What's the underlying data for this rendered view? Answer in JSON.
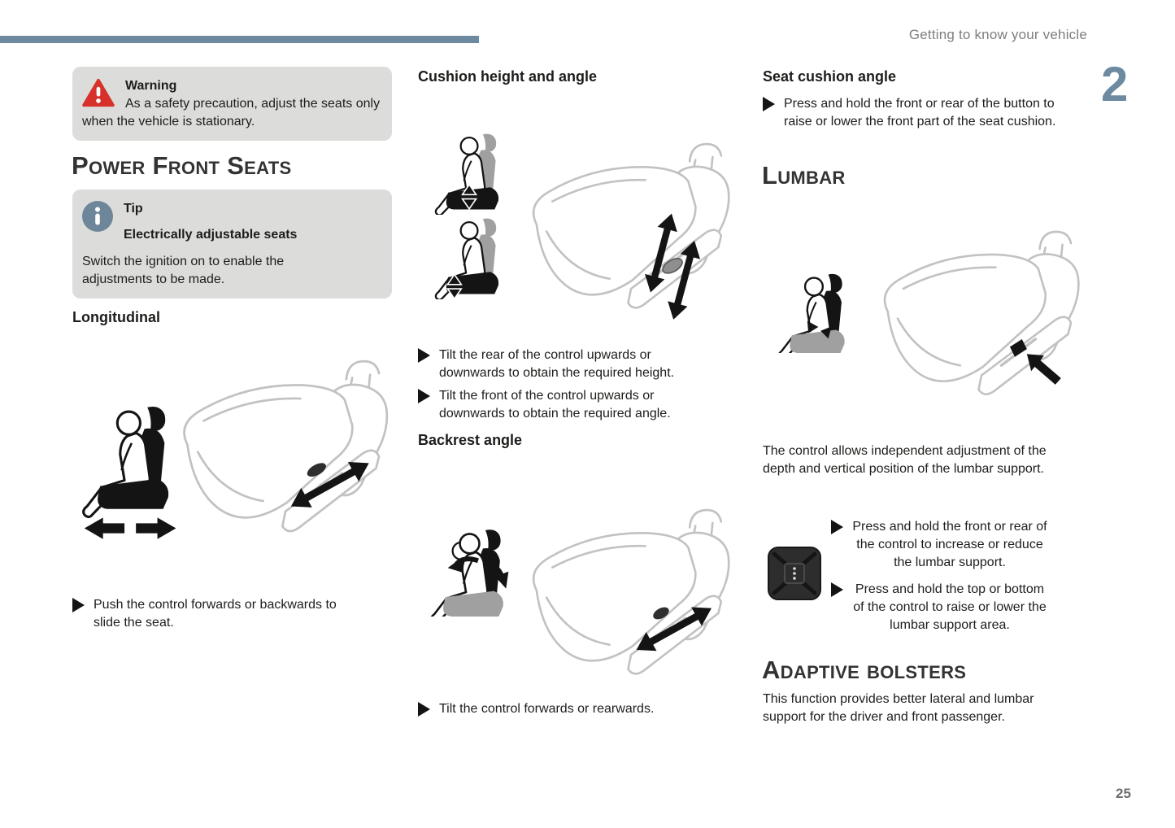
{
  "header": {
    "running_title": "Getting to know your vehicle",
    "chapter_number": "2"
  },
  "footer": {
    "page_number": "25"
  },
  "colors": {
    "accent_blue": "#6d8aa0",
    "warning_red": "#d7312c",
    "box_background": "#dcdcda",
    "body_text": "#1d1d1b",
    "muted_gray": "#7e7e7e",
    "line_art_gray": "#c2c2c2",
    "pictogram_gray": "#a0a0a0"
  },
  "icons": {
    "warning": "warning-triangle-icon",
    "tip": "info-icon",
    "bullet": "right-triangle-bullet",
    "lumbar_control": "lumbar-control-button"
  },
  "warning_box": {
    "title": "Warning",
    "body": "As a safety precaution, adjust the seats only when the vehicle is stationary."
  },
  "power_front_seats": {
    "title": "Power Front Seats"
  },
  "tip_box": {
    "title": "Tip",
    "subtitle": "Electrically adjustable seats",
    "body": "Switch the ignition on to enable the adjustments to be made."
  },
  "longitudinal": {
    "title": "Longitudinal",
    "bullets": [
      "Push the control forwards or backwards to slide the seat."
    ]
  },
  "cushion_height": {
    "title": "Cushion height and angle",
    "bullets": [
      "Tilt the rear of the control upwards or downwards to obtain the required height.",
      "Tilt the front of the control upwards or downwards to obtain the required angle."
    ]
  },
  "backrest_angle": {
    "title": "Backrest angle",
    "bullets": [
      "Tilt the control forwards or rearwards."
    ]
  },
  "seat_cushion_angle": {
    "title": "Seat cushion angle",
    "bullets": [
      "Press and hold the front or rear of the button to raise or lower the front part of the seat cushion."
    ]
  },
  "lumbar": {
    "title": "Lumbar",
    "intro": "The control allows independent adjustment of the depth and vertical position of the lumbar support.",
    "bullets": [
      "Press and hold the front or rear of the control to increase or reduce the lumbar support.",
      "Press and hold the top or bottom of the control to raise or lower the lumbar support area."
    ]
  },
  "adaptive_bolsters": {
    "title": "Adaptive bolsters",
    "body": "This function provides better lateral and lumbar support for the driver and front passenger."
  }
}
